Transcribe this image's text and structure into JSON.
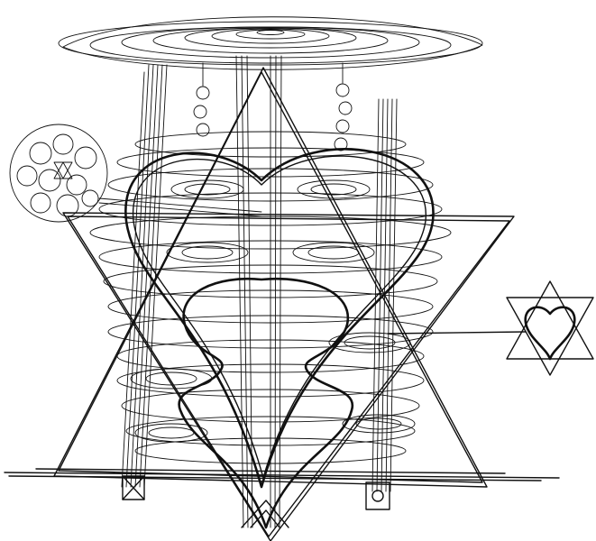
{
  "artwork": {
    "style": "pen-and-ink line drawing",
    "colors": {
      "ink": "#111111",
      "paper": "#ffffff"
    },
    "elements": [
      "spiral-disc-canopy",
      "tower-columns",
      "star-of-david",
      "large-heart",
      "inner-vase-heart",
      "spiral-coils",
      "scribble-ball",
      "small-star-heart-emblem",
      "ground-line",
      "column-bases"
    ]
  }
}
